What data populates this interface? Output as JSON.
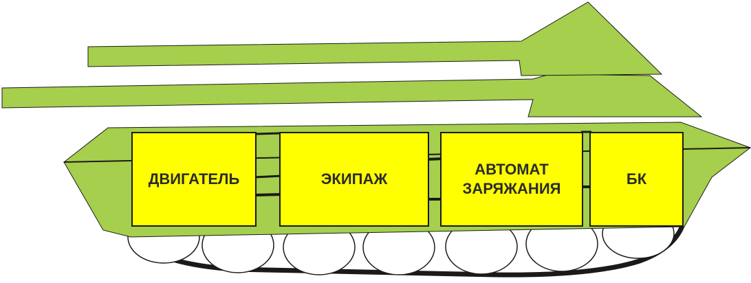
{
  "colors": {
    "hull_green": "#a5cf4c",
    "outline": "#1a1a1a",
    "compartment_fill": "#ffff00",
    "wheel_fill": "#ffffff",
    "label_text": "#2b2b2b"
  },
  "diagram": {
    "compartments": [
      {
        "id": "engine",
        "label": "ДВИГАТЕЛЬ"
      },
      {
        "id": "crew",
        "label": "ЭКИПАЖ"
      },
      {
        "id": "autoloader",
        "label": "АВТОМАТ\nЗАРЯЖАНИЯ"
      },
      {
        "id": "ammo",
        "label": "БК"
      }
    ],
    "parts": {
      "upper_gun": "gun-barrel",
      "lower_gun": "gun-barrel",
      "hull": "tank-hull",
      "track": "tank-track",
      "wheels": "road-wheel"
    }
  }
}
